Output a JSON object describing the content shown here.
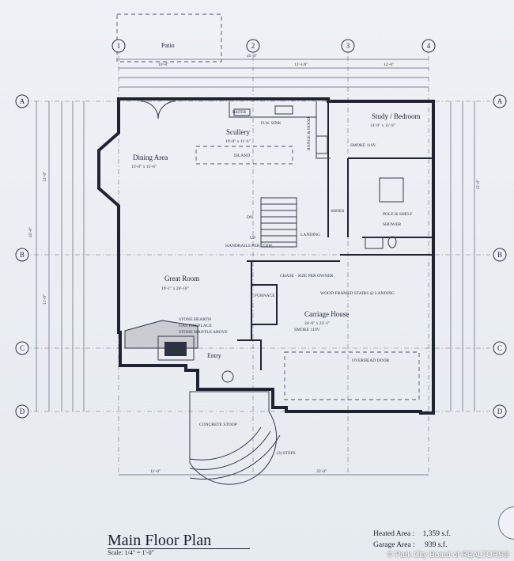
{
  "plan": {
    "title": "Main Floor Plan",
    "scale": "Scale: 1/4\" = 1'-0\"",
    "heated_area_label": "Heated Area :",
    "heated_area_value": "1,359 s.f.",
    "garage_area_label": "Garage Area :",
    "garage_area_value": "939 s.f."
  },
  "rooms": {
    "patio": "Patio",
    "dining": "Dining Area",
    "dining_dim": "13'-0\" x 15'-6\"",
    "scullery": "Scullery",
    "scullery_dim": "19'-0\" x 11'-6\"",
    "study": "Study / Bedroom",
    "study_dim": "14'-0\" x 11'-9\"",
    "great_room": "Great Room",
    "great_room_dim": "19'-1\" x 20'-10\"",
    "carriage": "Carriage House",
    "carriage_dim": "24'-6\" x 22'-1\"",
    "entry": "Entry",
    "furnace": "FURNACE"
  },
  "notes": {
    "island": "ISLAND",
    "refer": "REFER",
    "dw_sink": "D.W.  SINK",
    "range": "RANGE & HOOD",
    "shoes": "SHOES",
    "landing": "LANDING",
    "handrail": "HANDRAILS PER CODE",
    "chase": "CHASE - SIZE PER OWNER",
    "wood_stairs": "WOOD FRAMED STAIRS @ LANDING",
    "stone_hearth": "STONE HEARTH",
    "gas_fireplace": "GAS FIREPLACE",
    "stone_mantle": "STONE MANTLE ABOVE",
    "overhead_door": "OVERHEAD DOOR",
    "concrete_stoop": "CONCRETE STOOP",
    "steps": "(3) STEPS",
    "shower": "SHOWER",
    "pole_shelf": "POLE & SHELF",
    "smoke": "SMOKE 110V",
    "dn": "DN",
    "up": "UP"
  },
  "grid": {
    "cols": [
      "1",
      "2",
      "3",
      "4"
    ],
    "rows": [
      "A",
      "B",
      "C",
      "D"
    ]
  },
  "dimensions": {
    "top_total": "45'-0\"",
    "top_a": "10'-8\"",
    "top_b": "13'-1/8\"",
    "top_c": "12'-0\"",
    "bottom_a": "11'-0\"",
    "bottom_b": "33'-0\"",
    "left_total": "45'-0\"",
    "sub_a": "12'-0\"",
    "sub_b": "11'-0\"",
    "sub_c": "15'-0\""
  },
  "watermark": "© Park City Board of REALTORS®"
}
